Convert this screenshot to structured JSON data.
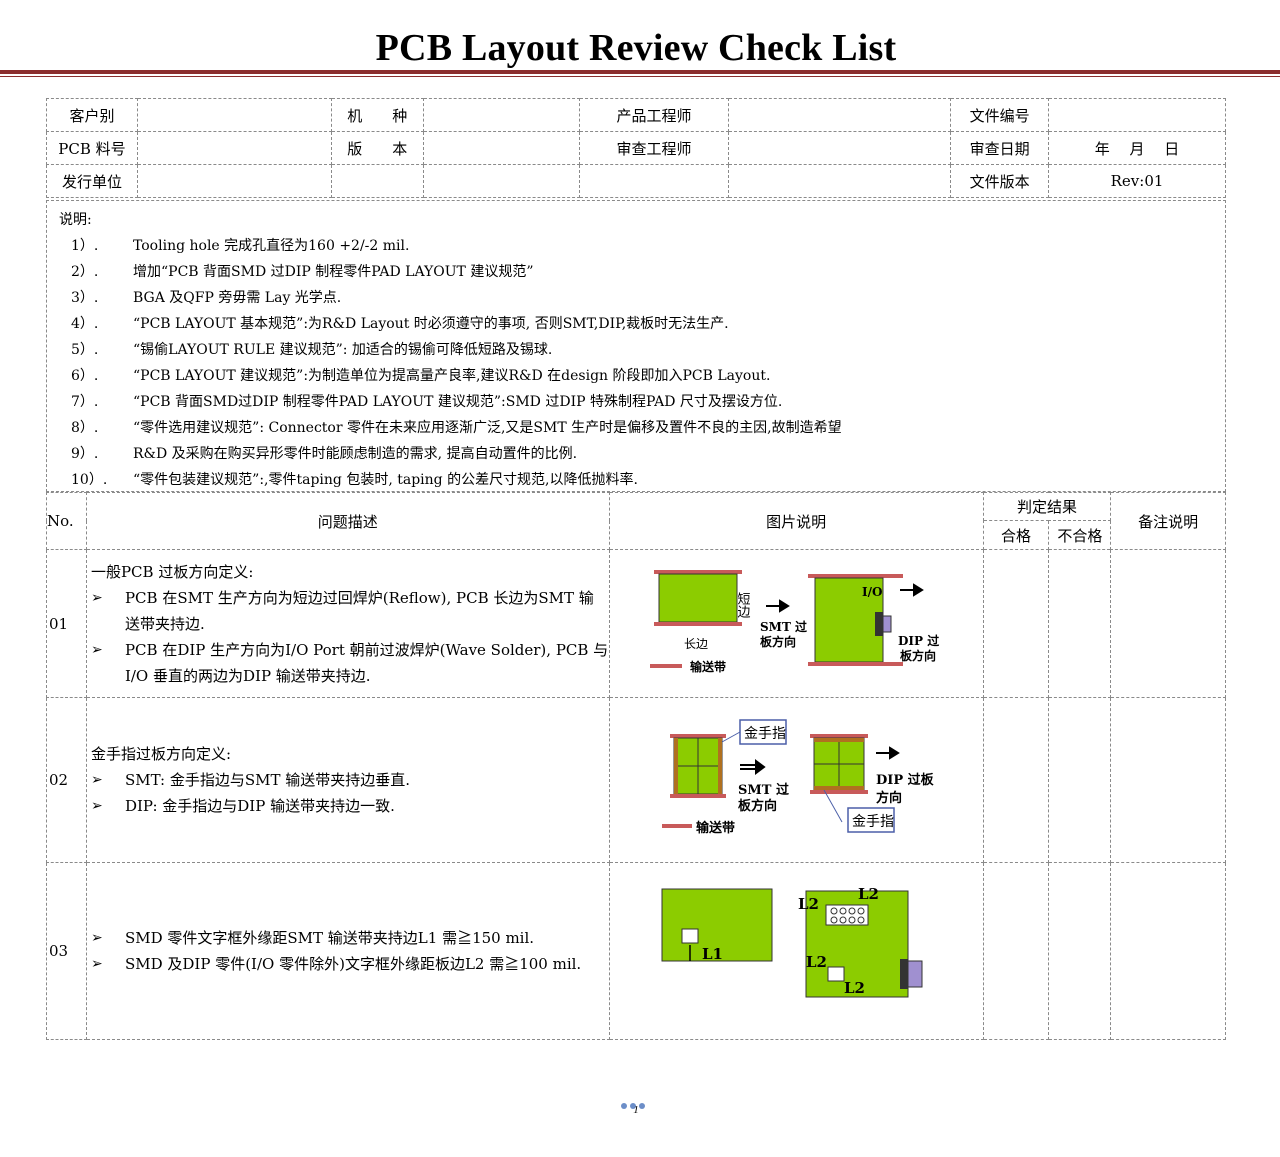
{
  "title": "PCB Layout Review Check List",
  "header": {
    "row1": [
      "客户别",
      "",
      "机　　种",
      "",
      "产品工程师",
      "",
      "文件编号",
      ""
    ],
    "row2": [
      "PCB 料号",
      "",
      "版　　本",
      "",
      "审查工程师",
      "",
      "审查日期",
      "年　 月　 日"
    ],
    "row3": [
      "发行单位",
      "",
      "",
      "",
      "",
      "",
      "文件版本",
      "Rev:01"
    ]
  },
  "notes": {
    "title": "说明:",
    "items": [
      {
        "n": "1）.",
        "t": "Tooling hole 完成孔直径为160 +2/-2 mil."
      },
      {
        "n": "2）.",
        "t": "增加“PCB 背面SMD 过DIP 制程零件PAD LAYOUT 建议规范”"
      },
      {
        "n": "3）.",
        "t": "BGA 及QFP 旁毋需 Lay 光学点."
      },
      {
        "n": "4）.",
        "t": "“PCB LAYOUT 基本规范”:为R&D Layout 时必须遵守的事项, 否则SMT,DIP,裁板时无法生产."
      },
      {
        "n": "5）.",
        "t": "“锡偷LAYOUT RULE 建议规范”: 加适合的锡偷可降低短路及锡球."
      },
      {
        "n": "6）.",
        "t": "“PCB LAYOUT 建议规范”:为制造单位为提高量产良率,建议R&D 在design 阶段即加入PCB Layout."
      },
      {
        "n": "7）.",
        "t": "“PCB 背面SMD过DIP 制程零件PAD LAYOUT 建议规范”:SMD 过DIP 特殊制程PAD 尺寸及摆设方位."
      },
      {
        "n": "8）.",
        "t": "“零件选用建议规范”: Connector 零件在未来应用逐渐广泛,又是SMT 生产时是偏移及置件不良的主因,故制造希望"
      },
      {
        "n": "9）.",
        "t": "R&D 及采购在购买异形零件时能顾虑制造的需求, 提高自动置件的比例."
      },
      {
        "n": "10）.",
        "t": "“零件包装建议规范”:,零件taping 包装时, taping 的公差尺寸规范,以降低抛料率."
      }
    ]
  },
  "table": {
    "headers": {
      "no": "No.",
      "desc": "问题描述",
      "pic": "图片说明",
      "judge": "判定结果",
      "pass": "合格",
      "fail": "不合格",
      "remark": "备注说明"
    },
    "rows": [
      {
        "no": "01",
        "title": "一般PCB 过板方向定义:",
        "bullets": [
          "PCB 在SMT 生产方向为短边过回焊炉(Reflow), PCB 长边为SMT 输送带夹持边.",
          "PCB 在DIP 生产方向为I/O Port 朝前过波焊炉(Wave Solder), PCB 与I/O 垂直的两边为DIP 输送带夹持边."
        ],
        "fig": {
          "short_edge": "短边",
          "long_edge": "长边",
          "conveyor": "输送带",
          "smt_dir_1": "SMT 过",
          "smt_dir_2": "板方向",
          "io": "I/O",
          "dip_dir_1": "DIP 过",
          "dip_dir_2": "板方向"
        }
      },
      {
        "no": "02",
        "title": "金手指过板方向定义:",
        "bullets": [
          "SMT: 金手指边与SMT 输送带夹持边垂直.",
          "DIP: 金手指边与DIP 输送带夹持边一致."
        ],
        "fig": {
          "gold1": "金手指",
          "gold2": "金手指",
          "smt_dir_1": "SMT 过",
          "smt_dir_2": "板方向",
          "dip_dir_1": "DIP 过板",
          "dip_dir_2": "方向",
          "conveyor": "输送带"
        }
      },
      {
        "no": "03",
        "title": "",
        "bullets": [
          "SMD 零件文字框外缘距SMT 输送带夹持边L1 需≧150 mil.",
          "SMD 及DIP 零件(I/O 零件除外)文字框外缘距板边L2 需≧100 mil."
        ],
        "fig": {
          "l1": "L1",
          "l2a": "L2",
          "l2b": "L2",
          "l2c": "L2",
          "l2d": "L2"
        }
      }
    ]
  },
  "page_number": "1",
  "colors": {
    "title_rule": "#8b2e2e",
    "pcb_green": "#8ccc00",
    "conveyor_red": "#c85a5a",
    "callout_blue": "#4b5fa8"
  }
}
